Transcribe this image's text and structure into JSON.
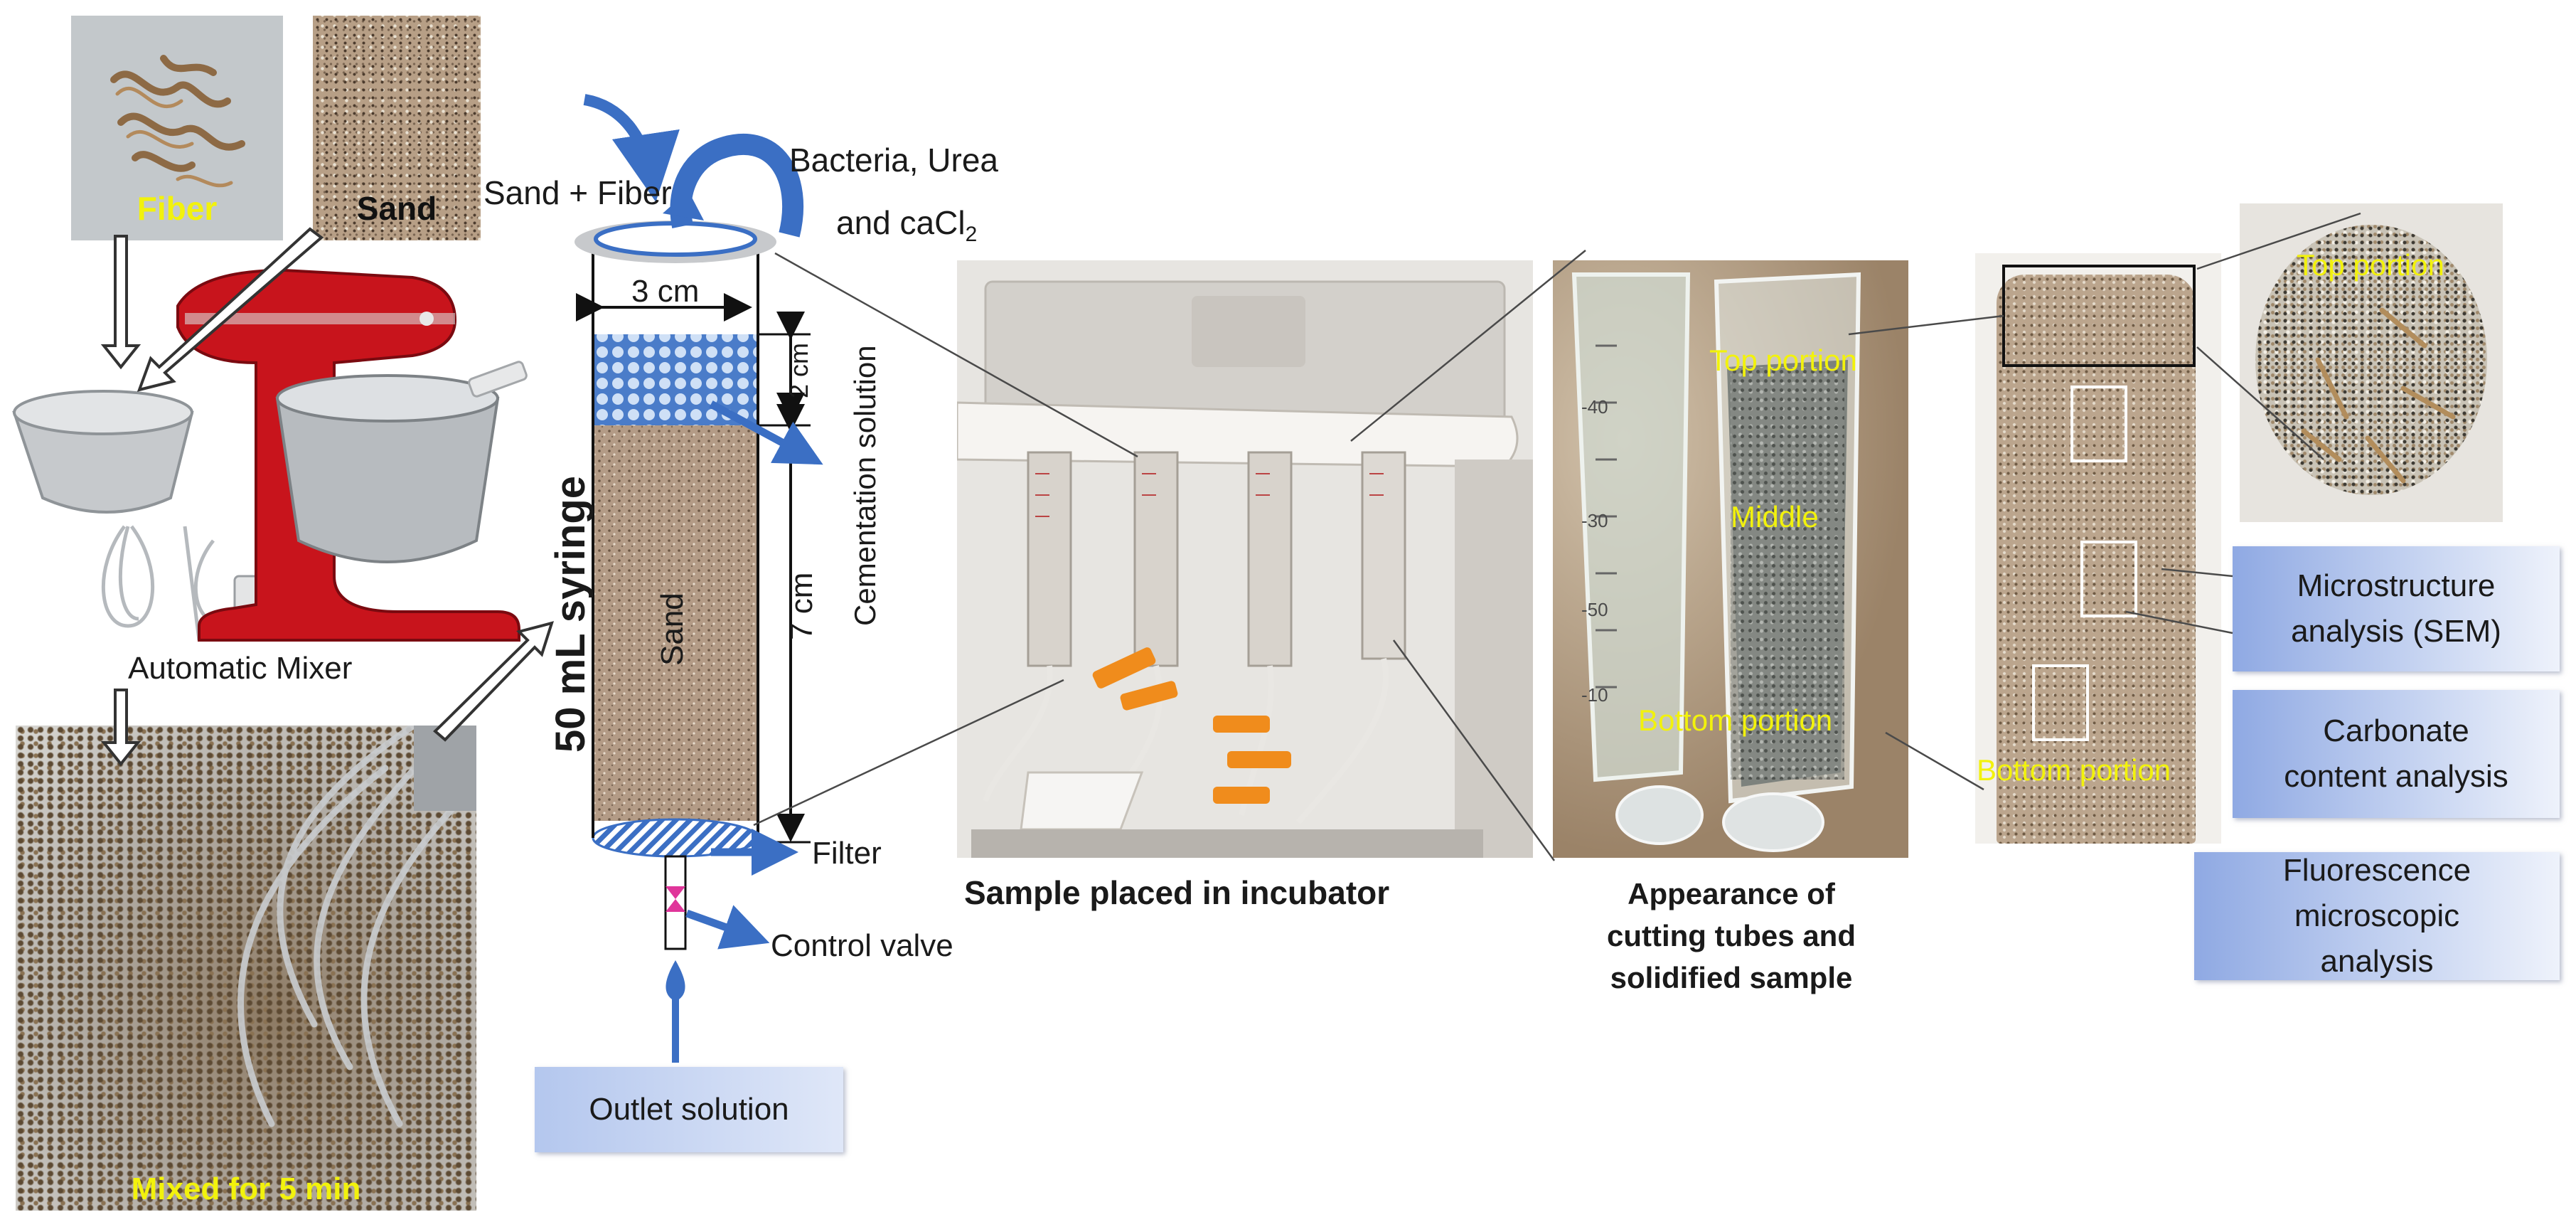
{
  "labels": {
    "fiber": "Fiber",
    "sand": "Sand",
    "automatic_mixer": "Automatic Mixer",
    "mixed": "Mixed for 5 min",
    "sand_fiber": "Sand + Fiber",
    "bacteria_line1": "Bacteria, Urea",
    "bacteria_line2": "and caCl",
    "bacteria_sub": "2",
    "diameter": "3 cm",
    "cementation_height": "2 cm",
    "sand_height": "7 cm",
    "cementation_solution": "Cementation solution",
    "syringe": "50 mL syringe",
    "sand_column": "Sand",
    "filter": "Filter",
    "control_valve": "Control valve",
    "outlet_solution": "Outlet solution",
    "incubator_caption": "Sample placed in incubator",
    "tubes_top": "Top portion",
    "tubes_middle": "Middle",
    "tubes_bottom": "Bottom portion",
    "tubes_caption": "Appearance of cutting tubes and solidified sample",
    "sample_bottom": "Bottom portion",
    "disc_top": "Top portion"
  },
  "analysis_boxes": [
    "Microstructure analysis (SEM)",
    "Carbonate content analysis",
    "Fluorescence microscopic analysis"
  ],
  "colors": {
    "accent_blue": "#3b6fc4",
    "label_yellow": "#f2f20c",
    "mixer_red": "#c8141c",
    "valve_pink": "#e0359a",
    "box_blue": "#8fa9e3"
  }
}
